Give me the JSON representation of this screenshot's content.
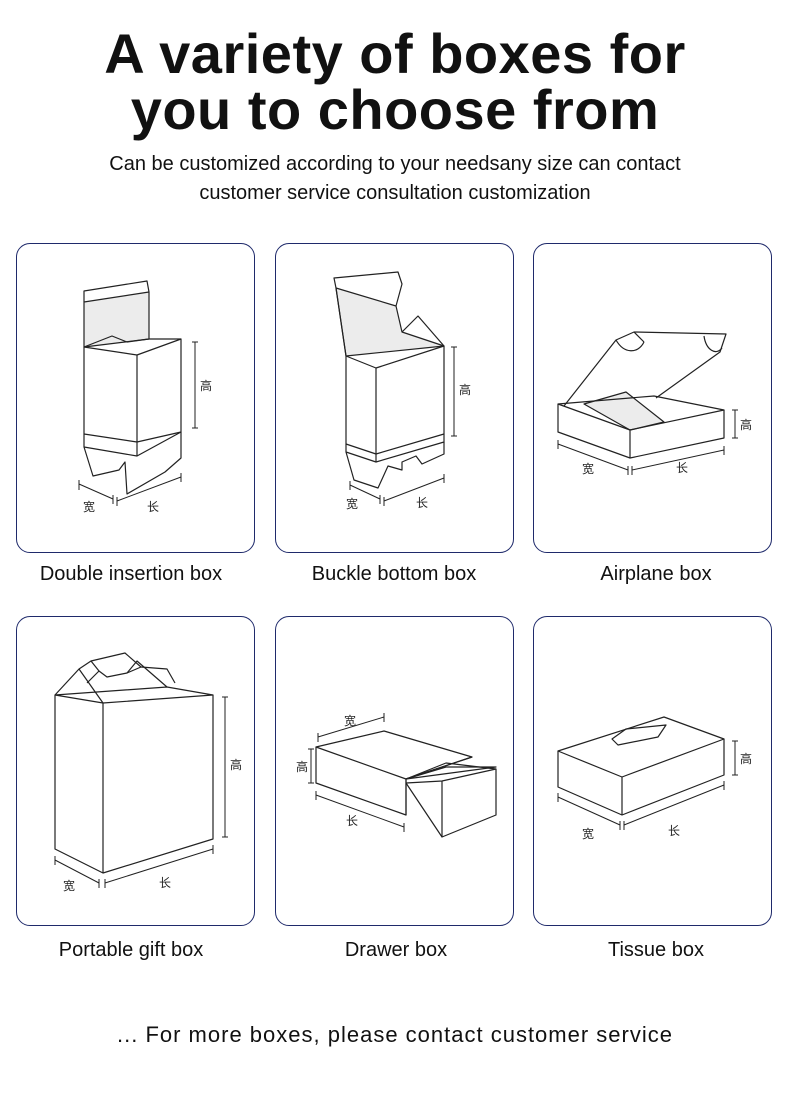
{
  "header": {
    "title_line1": "A variety of boxes for",
    "title_line2": "you to choose from",
    "subtitle_line1": "Can be customized according to your needsany size can contact",
    "subtitle_line2": "customer service consultation customization"
  },
  "boxes": [
    {
      "label": "Double insertion box",
      "dim_height": "高",
      "dim_width": "宽",
      "dim_length": "长"
    },
    {
      "label": "Buckle bottom box",
      "dim_height": "高",
      "dim_width": "宽",
      "dim_length": "长"
    },
    {
      "label": "Airplane box",
      "dim_height": "高",
      "dim_width": "宽",
      "dim_length": "长"
    },
    {
      "label": "Portable gift box",
      "dim_height": "高",
      "dim_width": "宽",
      "dim_length": "长"
    },
    {
      "label": "Drawer box",
      "dim_height": "高",
      "dim_width": "宽",
      "dim_length": "长"
    },
    {
      "label": "Tissue box",
      "dim_height": "高",
      "dim_width": "宽",
      "dim_length": "长"
    }
  ],
  "footer": {
    "text": "... For more boxes, please contact customer service"
  },
  "colors": {
    "card_border": "#1f2a6b",
    "text": "#111111"
  }
}
